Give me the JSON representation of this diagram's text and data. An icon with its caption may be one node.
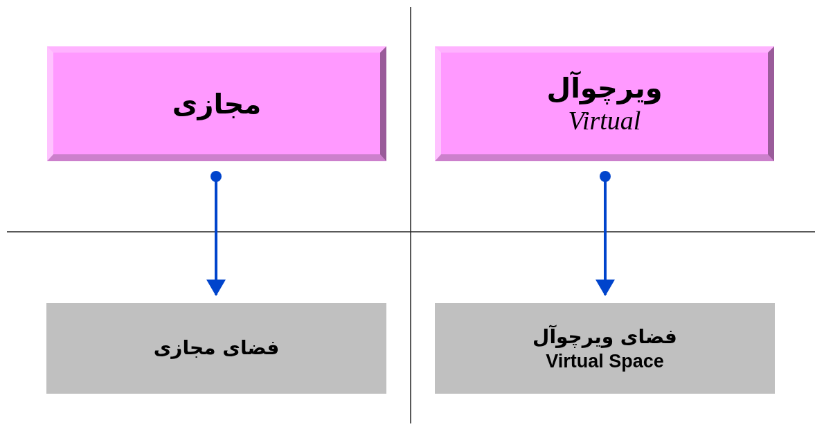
{
  "diagram": {
    "nodes": [
      {
        "text": [
          "مجازی"
        ]
      },
      {
        "text": [
          "ویرچوآل",
          "Virtual"
        ]
      },
      {
        "text": [
          "فضای مجازی"
        ]
      },
      {
        "text": [
          "فضای ویرچوآل",
          "Virtual Space"
        ]
      }
    ],
    "edges": [
      {
        "from": 0,
        "to": 2,
        "arrow": "to"
      },
      {
        "from": 1,
        "to": 3,
        "arrow": "to"
      }
    ]
  }
}
